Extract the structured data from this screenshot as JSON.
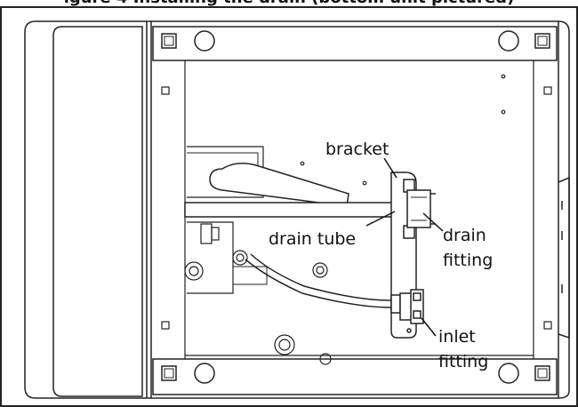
{
  "figure": {
    "title": "igure 4 Installing the drain (bottom unit pictured)",
    "labels": {
      "bracket": "bracket",
      "drain_tube": "drain tube",
      "drain_fitting_line1": "drain",
      "drain_fitting_line2": "fitting",
      "inlet_fitting_line1": "inlet",
      "inlet_fitting_line2": "fitting"
    }
  },
  "colors": {
    "line": "#222222",
    "light_line": "#888888",
    "background": "#ffffff"
  }
}
